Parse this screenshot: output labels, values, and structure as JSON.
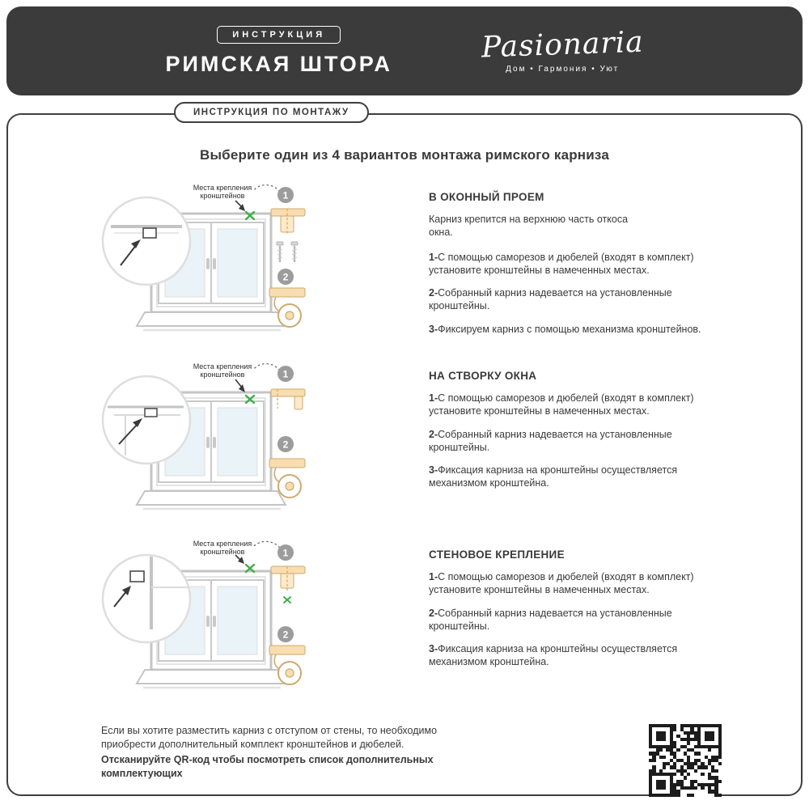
{
  "header": {
    "tag": "ИНСТРУКЦИЯ",
    "title": "РИМСКАЯ ШТОРА",
    "brand_name": "Pasionaria",
    "brand_tagline": "Дом  •  Гармония  •  Уют"
  },
  "montage": {
    "tag": "ИНСТРУКЦИЯ ПО МОНТАЖУ",
    "heading": "Выберите один из 4 вариантов монтажа римского карниза",
    "illustration": {
      "label_line1": "Места крепления",
      "label_line2": "кронштейнов",
      "badge1": "1",
      "badge2": "2"
    },
    "variants": [
      {
        "title": "В ОКОННЫЙ ПРОЕМ",
        "subtitle": "Карниз крепится на верхнюю часть откоса окна.",
        "steps": [
          {
            "label": "1-",
            "text": "С помощью саморезов и дюбелей (входят в комплект) установите кронштейны в намеченных местах."
          },
          {
            "label": "2-",
            "text": "Собранный карниз надевается на установленные кронштейны."
          },
          {
            "label": "3-",
            "text": "Фиксируем карниз с помощью механизма кронштейнов."
          }
        ]
      },
      {
        "title": "НА СТВОРКУ ОКНА",
        "subtitle": "",
        "steps": [
          {
            "label": "1-",
            "text": "С помощью саморезов и дюбелей (входят в комплект) установите кронштейны в намеченных местах."
          },
          {
            "label": "2-",
            "text": "Собранный карниз надевается на установленные кронштейны."
          },
          {
            "label": "3-",
            "text": "Фиксация карниза на кронштейны осуществляется механизмом кронштейна."
          }
        ]
      },
      {
        "title": "СТЕНОВОЕ КРЕПЛЕНИЕ",
        "subtitle": "",
        "steps": [
          {
            "label": "1-",
            "text": "С помощью саморезов и дюбелей (входят в комплект) установите кронштейны в намеченных местах."
          },
          {
            "label": "2-",
            "text": "Собранный карниз надевается на установленные кронштейны."
          },
          {
            "label": "3-",
            "text": "Фиксация карниза на кронштейны осуществляется механизмом кронштейна."
          }
        ]
      }
    ]
  },
  "footer": {
    "text": "Если вы хотите разместить карниз с отступом от стены, то необходимо приобрести дополнительный комплект кронштейнов и дюбелей.",
    "bold_text": "Отсканируйте QR-код чтобы посмотреть список дополнительных комплектующих"
  },
  "colors": {
    "header_bg": "#3b3b3b",
    "text": "#3a3a3a",
    "accent_green": "#3fae49",
    "beige": "#f7ddb0",
    "badge_gray": "#9c9c9c"
  }
}
